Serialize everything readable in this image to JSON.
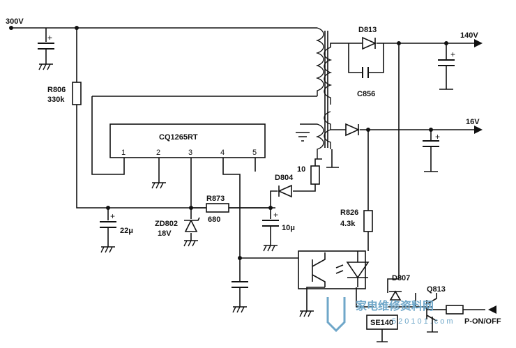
{
  "supply": {
    "input": "300V",
    "out_high": "140V",
    "out_low": "16V"
  },
  "ic": {
    "name": "CQ1265RT",
    "pins": [
      "1",
      "2",
      "3",
      "4",
      "5"
    ]
  },
  "components": {
    "r806": {
      "ref": "R806",
      "value": "330k"
    },
    "r873": {
      "ref": "R873",
      "value": "680"
    },
    "r826": {
      "ref": "R826",
      "value": "4.3k"
    },
    "r10": {
      "value": "10"
    },
    "zd802": {
      "ref": "ZD802",
      "value": "18V"
    },
    "c22": {
      "value": "22μ"
    },
    "c10": {
      "value": "10μ"
    },
    "d813": {
      "ref": "D813"
    },
    "c856": {
      "ref": "C856"
    },
    "d804": {
      "ref": "D804"
    },
    "d807": {
      "ref": "D807"
    },
    "q813": {
      "ref": "Q813"
    },
    "se140": {
      "ref": "SE140"
    },
    "control": {
      "label": "P-ON/OFF"
    }
  },
  "watermark": {
    "text": "家电维修资料网",
    "url": "520101.com"
  }
}
